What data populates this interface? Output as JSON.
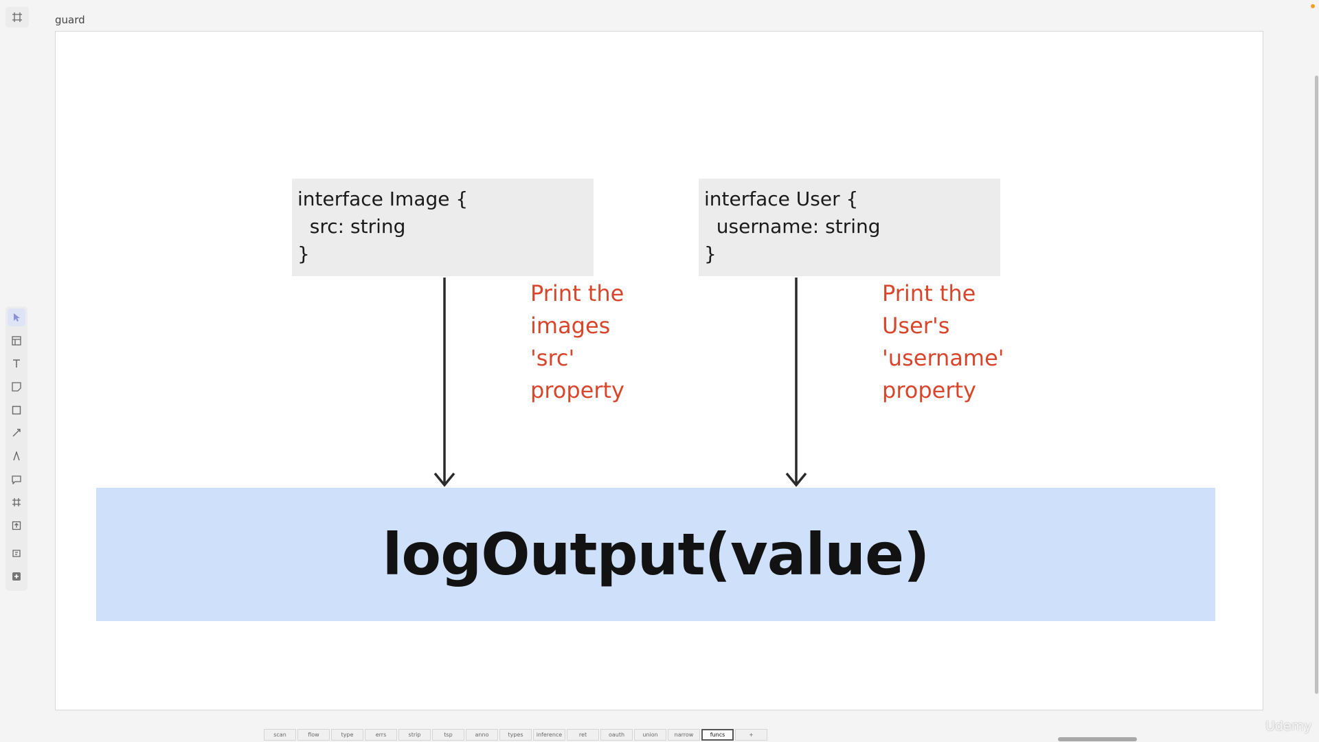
{
  "frame": {
    "label": "guard"
  },
  "diagram": {
    "image_interface": [
      "interface Image {",
      "  src: string",
      "}"
    ],
    "user_interface": [
      "interface User {",
      "  username: string",
      "}"
    ],
    "image_note": [
      "Print the",
      "images",
      "'src'",
      "property"
    ],
    "user_note": [
      "Print the",
      "User's",
      "'username'",
      "property"
    ],
    "target": "logOutput(value)"
  },
  "colors": {
    "note": "#d9452b",
    "target_fill": "#cfe0fb",
    "code_fill": "#ececec"
  },
  "toolbar": {
    "top_tool": "frame-icon",
    "items": [
      "pointer-icon",
      "template-icon",
      "text-icon",
      "sticky-note-icon",
      "shape-icon",
      "connector-icon",
      "pen-icon",
      "comment-icon",
      "frame-icon",
      "upload-icon",
      "more-apps-icon",
      "add-icon"
    ]
  },
  "tabs": [
    "scan",
    "flow",
    "type",
    "errs",
    "strip",
    "tsp",
    "anno",
    "types",
    "inference",
    "ret",
    "oauth",
    "union",
    "narrow",
    "funcs",
    "+"
  ],
  "active_tab": "funcs",
  "watermark": "Udemy"
}
